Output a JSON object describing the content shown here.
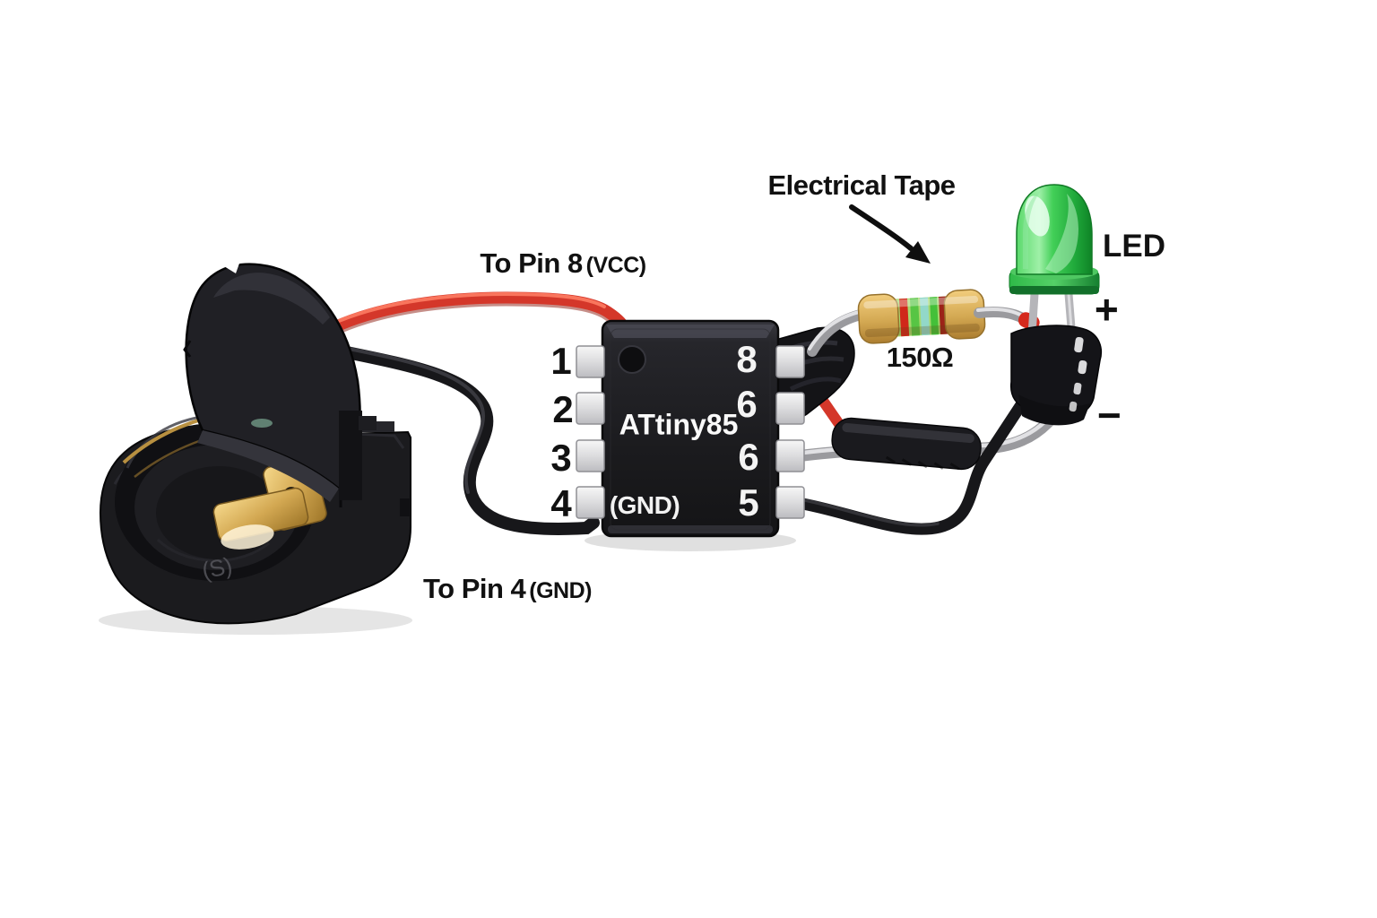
{
  "diagram": {
    "title_context": "ATtiny85 coin-cell LED wiring illustration",
    "wire_labels": {
      "vcc": {
        "main": "To Pin 8",
        "paren": "(VCC)"
      },
      "gnd": {
        "main": "To Pin 4",
        "paren": "(GND)"
      }
    },
    "tape_label": "Electrical Tape",
    "resistor": {
      "value": "150Ω"
    },
    "led": {
      "label": "LED",
      "anode": "+",
      "cathode": "−"
    },
    "chip": {
      "name": "ATtiny85",
      "gnd_note": "(GND)",
      "left_pins": [
        "1",
        "2",
        "3",
        "4"
      ],
      "right_pins": [
        "8",
        "6",
        "6",
        "5"
      ]
    },
    "battery": {
      "marking": "(S)"
    },
    "colors": {
      "wire_positive": "#d4372a",
      "wire_negative": "#17171a",
      "component_lead": "#bfbfc3",
      "led_green": "#2db845",
      "resistor_body": "#a6d76e",
      "resistor_cap": "#d3a852",
      "chip_body": "#1c1c1f",
      "background": "#ffffff"
    }
  }
}
